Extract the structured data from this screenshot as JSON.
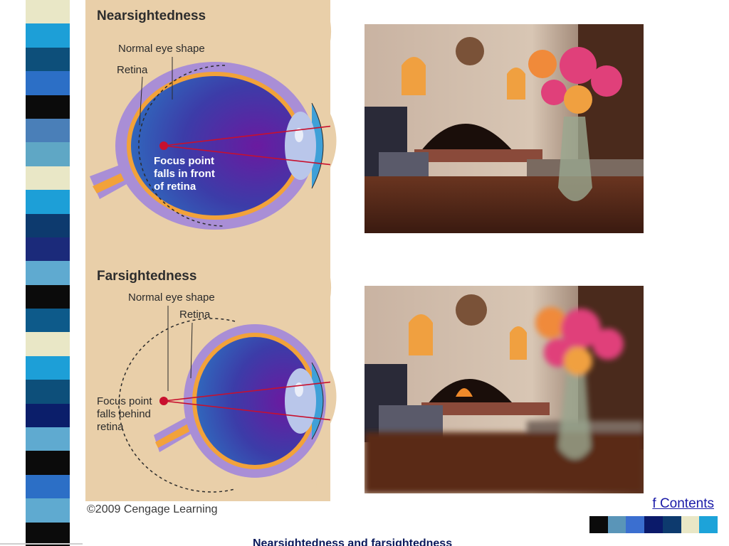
{
  "side_strip": {
    "colors": [
      "#e9e7c6",
      "#1d9fd7",
      "#0d4f7a",
      "#2c6fc6",
      "#0b0b0b",
      "#4a7fb8",
      "#5fa7c5",
      "#e9e7c6",
      "#1d9fd7",
      "#0d3a6e",
      "#1b2a7a",
      "#5faad0",
      "#0b0b0b",
      "#0d5a8a",
      "#e9e7c6",
      "#1d9fd7",
      "#0d4f7a",
      "#0b1e6a",
      "#5faad0",
      "#0b0b0b",
      "#2c6fc6",
      "#5faad0",
      "#0b0b0b"
    ]
  },
  "nearsighted": {
    "title": "Nearsightedness",
    "normal_eye_shape": "Normal eye shape",
    "retina": "Retina",
    "focus_note": "Focus point\nfalls in front\nof retina"
  },
  "farsighted": {
    "title": "Farsightedness",
    "normal_eye_shape": "Normal eye shape",
    "retina": "Retina",
    "focus_note": "Focus point\nfalls behind\nretina"
  },
  "copyright": "©2009 Cengage Learning",
  "toc_link": "f Contents",
  "caption": "Nearsightedness and farsightedness",
  "color_row": [
    "#0b0b0b",
    "#5a95b8",
    "#3b6fd0",
    "#0b1a6a",
    "#0d3a6e",
    "#e9e7c6",
    "#1da3d9"
  ],
  "colors": {
    "panel_bg": "#e9cfa9",
    "ray": "#c8102e",
    "eye_outer": "#a98ed6",
    "retina_line": "#f2a23a"
  }
}
